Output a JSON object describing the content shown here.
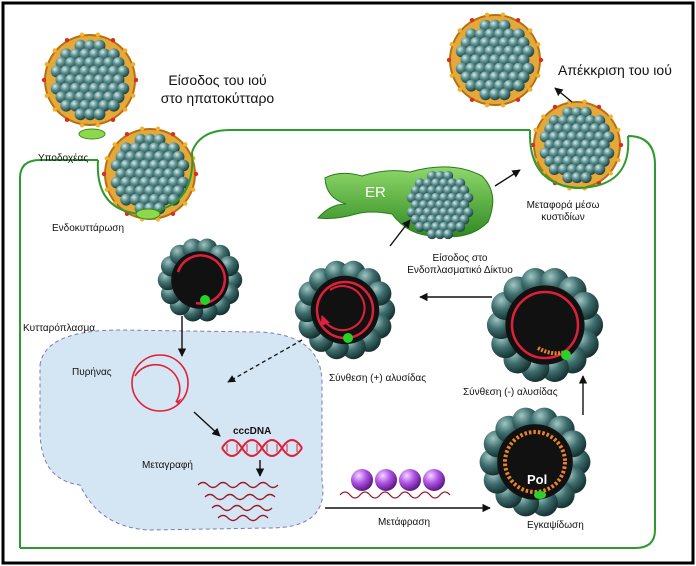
{
  "labels": {
    "entry_title_line1": "Είσοδος του ιού",
    "entry_title_line2": "στο ηπατοκύτταρο",
    "release": "Απέκκριση του ιού",
    "receptor": "Υποδοχέας",
    "endocytosis": "Ενδοκυττάρωση",
    "cytoplasm": "Κυτταρόπλασμα",
    "nucleus": "Πυρήνας",
    "cccdna": "cccDNA",
    "transcription": "Μεταγραφή",
    "translation": "Μετάφραση",
    "encapsidation": "Εγκαψίδωση",
    "pol": "Pol",
    "minus_strand": "Σύνθεση (-) αλυσίδας",
    "plus_strand": "Σύνθεση (+) αλυσίδας",
    "er": "ER",
    "er_entry_line1": "Είσοδος στο",
    "er_entry_line2": "Ενδοπλασματικό Δίκτυο",
    "vesicle_line1": "Μεταφορά μέσω",
    "vesicle_line2": "κυστιδίων"
  },
  "colors": {
    "membrane": "#2e9a2e",
    "capsid": "#3f6e6e",
    "dna": "#e0203a",
    "nucleus_fill": "#d4e6f4",
    "envelope": "#d98c1a",
    "protein": "#9b3fd6"
  }
}
